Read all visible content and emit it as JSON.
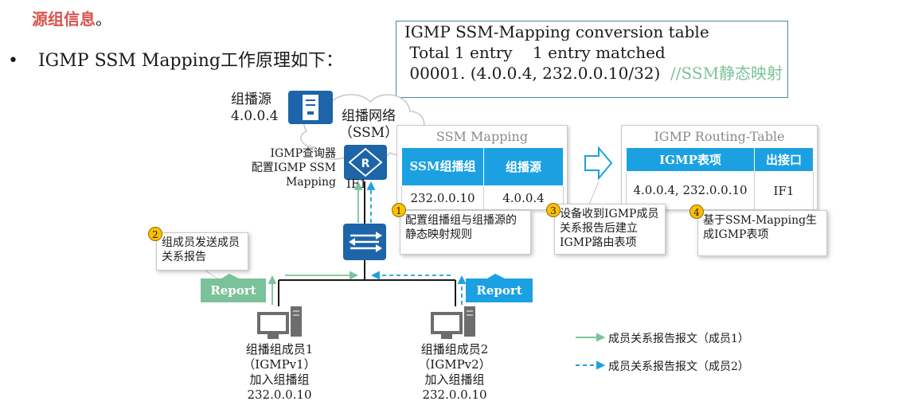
{
  "heading": {
    "text": "源组信息",
    "tail": "。"
  },
  "bullet": {
    "marker": "•",
    "text": "IGMP SSM Mapping工作原理如下："
  },
  "conversion_table": {
    "line1": "IGMP SSM-Mapping conversion table",
    "line2": " Total 1 entry    1 entry matched",
    "line3": " 00001. (4.0.0.4, 232.0.0.10/32)",
    "comment": "//SSM静态映射"
  },
  "source": {
    "label": "组播源",
    "ip": "4.0.0.4"
  },
  "network": {
    "label": "组播网络",
    "sub": "（SSM）"
  },
  "querier": {
    "line1": "IGMP查询器",
    "line2": "配置IGMP SSM",
    "line3": "Mapping",
    "interface": "IF1"
  },
  "ssm_mapping": {
    "title": "SSM Mapping",
    "headers": [
      "SSM组播组",
      "组播源"
    ],
    "row": [
      "232.0.0.10",
      "4.0.0.4"
    ]
  },
  "routing_table": {
    "title": "IGMP Routing-Table",
    "headers": [
      "IGMP表项",
      "出接口"
    ],
    "row": [
      "4.0.0.4, 232.0.0.10",
      "IF1"
    ]
  },
  "callouts": [
    {
      "num": "1",
      "text": "配置组播组与组播源的静态映射规则"
    },
    {
      "num": "2",
      "text": "组成员发送成员关系报告"
    },
    {
      "num": "3",
      "text": "设备收到IGMP成员关系报告后建立IGMP路由表项"
    },
    {
      "num": "4",
      "text": "基于SSM-Mapping生成IGMP表项"
    }
  ],
  "reports": {
    "left": "Report",
    "right": "Report"
  },
  "members": [
    {
      "line1": "组播组成员1",
      "line2": "（IGMPv1）",
      "line3": "加入组播组",
      "line4": "232.0.0.10"
    },
    {
      "line1": "组播组成员2",
      "line2": "（IGMPv2）",
      "line3": "加入组播组",
      "line4": "232.0.0.10"
    }
  ],
  "legend": [
    {
      "text": "成员关系报告报文（成员1）",
      "style": "solid",
      "color": "#7bc29a"
    },
    {
      "text": "成员关系报告报文（成员2）",
      "style": "dashed",
      "color": "#1ba1e2"
    }
  ],
  "colors": {
    "accent_red": "#d9534f",
    "header_blue": "#1ba1e2",
    "device_blue": "#1d64a8",
    "report_green": "#7bc29a"
  }
}
